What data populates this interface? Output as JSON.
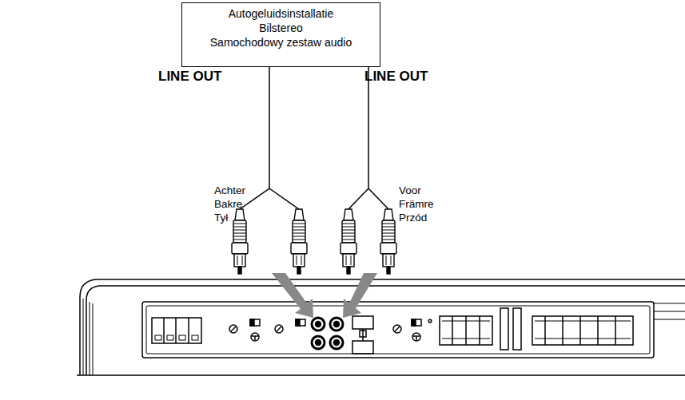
{
  "diagram": {
    "nodes": [
      {
        "text": [
          "Autogeluidsinstallatie",
          "Bilstereo",
          "Samochodowy zestaw audio"
        ]
      }
    ],
    "labels": [
      "LINE OUT",
      "LINE OUT",
      "Achter",
      "Bakre",
      "Tył",
      "Voor",
      "Främre",
      "Przód"
    ]
  }
}
